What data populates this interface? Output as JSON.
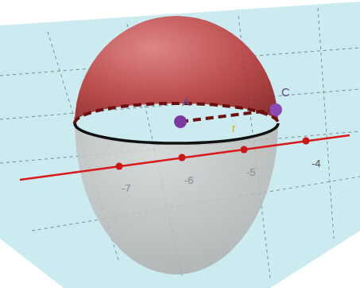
{
  "diagram": {
    "labels": [
      "A",
      "C",
      "r",
      "-7",
      "-6",
      "-5",
      "-4"
    ]
  }
}
